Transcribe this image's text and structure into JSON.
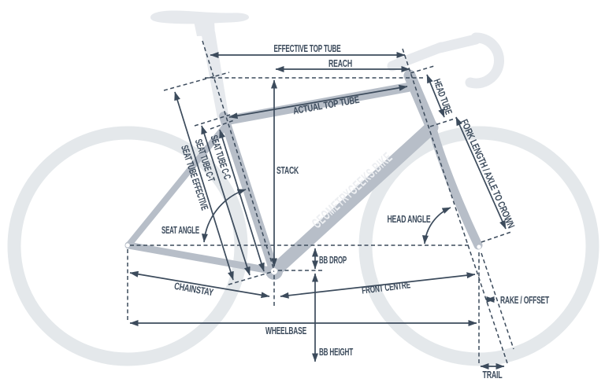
{
  "diagram": {
    "watermark": "GEOMETRYGEEKS.BIKE",
    "labels": {
      "effective_top_tube": "EFFECTIVE TOP TUBE",
      "reach": "REACH",
      "actual_top_tube": "ACTUAL TOP TUBE",
      "head_tube": "HEAD TUBE",
      "fork_length": "FORK LENGTH / AXLE TO CROWN",
      "seat_tube_cc": "SEAT TUBE C-C",
      "seat_tube_ct": "SEAT TUBE C-T",
      "seat_tube_effective": "SEAT TUBE EFFECTIVE",
      "stack": "STACK",
      "seat_angle": "SEAT ANGLE",
      "head_angle": "HEAD ANGLE",
      "bb_drop": "BB DROP",
      "chainstay": "CHAINSTAY",
      "front_centre": "FRONT CENTRE",
      "rake_offset": "RAKE / OFFSET",
      "wheelbase": "WHEELBASE",
      "bb_height": "BB HEIGHT",
      "trail": "TRAIL"
    },
    "colors": {
      "measurement_line": "#3c4b5c",
      "frame_gray": "#b7bec8",
      "accessory_gray": "#e6e9ed",
      "wheel_gray": "#e4e8eb",
      "background": "#ffffff"
    }
  }
}
